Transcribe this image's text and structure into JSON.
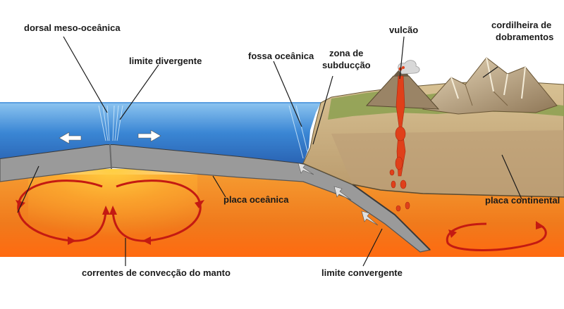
{
  "labels": {
    "mid_ocean_ridge": "dorsal meso-oceânica",
    "divergent_boundary": "limite divergente",
    "ocean_trench": "fossa oceânica",
    "subduction_zone_line1": "zona de",
    "subduction_zone_line2": "subducção",
    "volcano": "vulcão",
    "fold_mountains_line1": "cordilheira de",
    "fold_mountains_line2": "dobramentos",
    "oceanic_plate": "placa oceânica",
    "continental_plate": "placa continental",
    "mantle_convection": "correntes de convecção do manto",
    "convergent_boundary": "limite convergente"
  },
  "colors": {
    "ocean": "#3a86d4",
    "ocean_light": "#8cc4f0",
    "oceanic_crust": "#9a9a9a",
    "mantle": "#f07a1c",
    "mantle_hot": "#ffc23a",
    "continental_crust": "#c9ae80",
    "mountains": "#b09878",
    "vegetation": "#8ca050",
    "magma": "#e0401a",
    "convection_arrows": "#c41a12"
  }
}
